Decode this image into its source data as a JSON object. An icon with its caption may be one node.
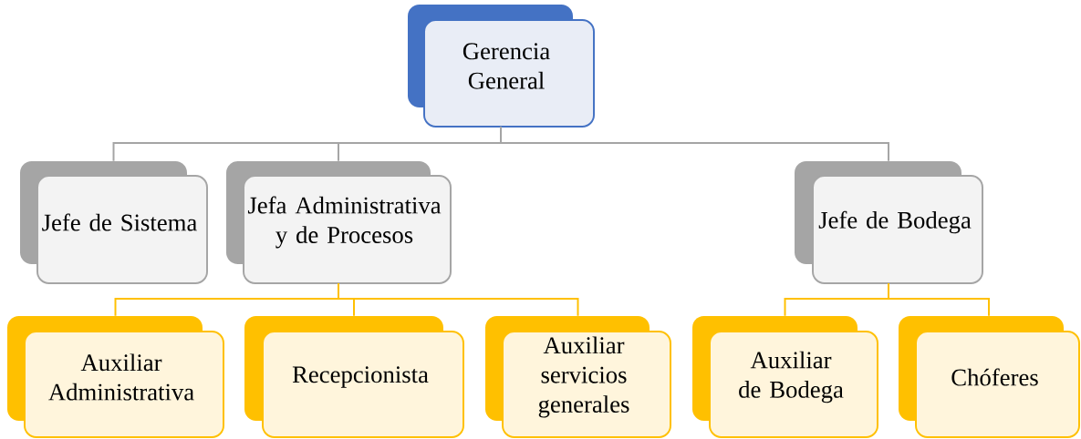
{
  "diagram": {
    "nodes": [
      {
        "text": [
          "Gerencia General"
        ]
      },
      {
        "text": [
          "Jefe de Sistema"
        ]
      },
      {
        "text": [
          "Jefa Administrativa y de Procesos"
        ]
      },
      {
        "text": [
          "Jefe de Bodega"
        ]
      },
      {
        "text": [
          "Auxiliar Administrativa"
        ]
      },
      {
        "text": [
          "Recepcionista"
        ]
      },
      {
        "text": [
          "Auxiliar servicios generales"
        ]
      },
      {
        "text": [
          "Auxiliar de Bodega"
        ]
      },
      {
        "text": [
          "Chóferes"
        ]
      }
    ],
    "edges": [
      {
        "from": 0,
        "to": 1,
        "arrow": "none",
        "color": "#a5a5a5"
      },
      {
        "from": 0,
        "to": 2,
        "arrow": "none",
        "color": "#a5a5a5"
      },
      {
        "from": 0,
        "to": 3,
        "arrow": "none",
        "color": "#a5a5a5"
      },
      {
        "from": 2,
        "to": 4,
        "arrow": "none"
      },
      {
        "from": 2,
        "to": 5,
        "arrow": "none"
      },
      {
        "from": 2,
        "to": 6,
        "arrow": "none"
      },
      {
        "from": 3,
        "to": 7,
        "arrow": "none"
      },
      {
        "from": 3,
        "to": 8,
        "arrow": "none"
      }
    ]
  }
}
